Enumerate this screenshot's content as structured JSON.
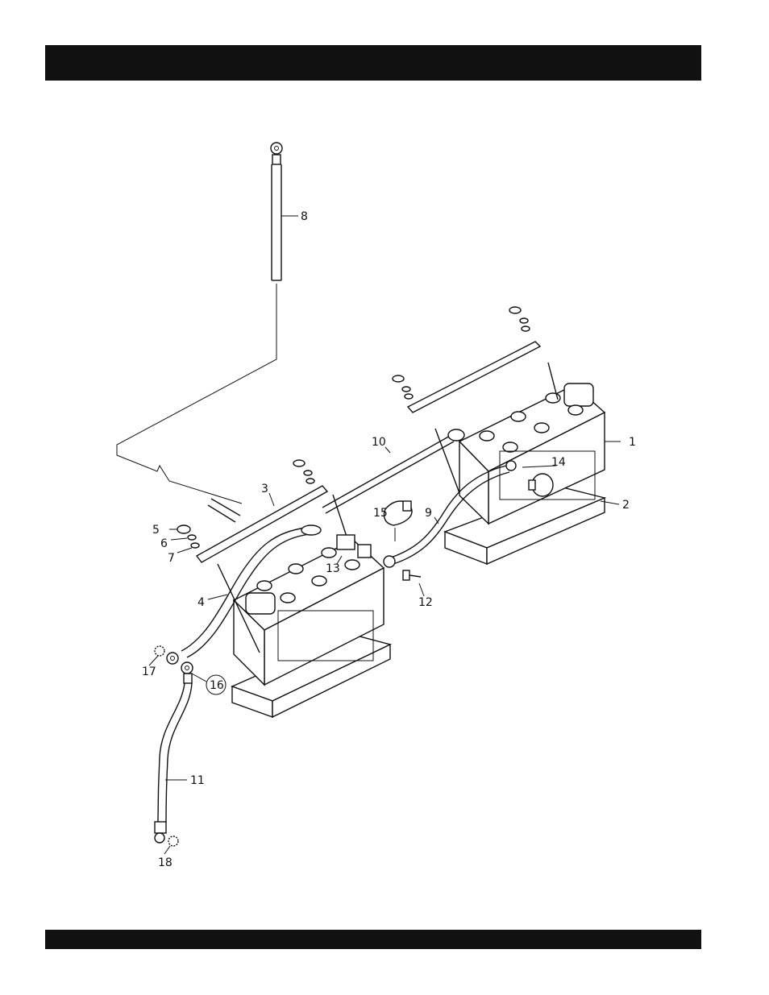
{
  "header": {
    "title": ""
  },
  "footer": {
    "text": ""
  },
  "colors": {
    "bar": "#111111",
    "ink": "#111111",
    "paper": "#ffffff"
  },
  "callouts": [
    {
      "id": "c1",
      "text": "1"
    },
    {
      "id": "c2",
      "text": "2"
    },
    {
      "id": "c3",
      "text": "3"
    },
    {
      "id": "c4",
      "text": "4"
    },
    {
      "id": "c5",
      "text": "5"
    },
    {
      "id": "c6",
      "text": "6"
    },
    {
      "id": "c7",
      "text": "7"
    },
    {
      "id": "c8",
      "text": "8"
    },
    {
      "id": "c9",
      "text": "9"
    },
    {
      "id": "c10",
      "text": "10"
    },
    {
      "id": "c11",
      "text": "11"
    },
    {
      "id": "c12",
      "text": "12"
    },
    {
      "id": "c13",
      "text": "13"
    },
    {
      "id": "c14",
      "text": "14"
    },
    {
      "id": "c15",
      "text": "15"
    },
    {
      "id": "c16",
      "text": "16"
    },
    {
      "id": "c17",
      "text": "17"
    },
    {
      "id": "c18",
      "text": "18"
    }
  ]
}
